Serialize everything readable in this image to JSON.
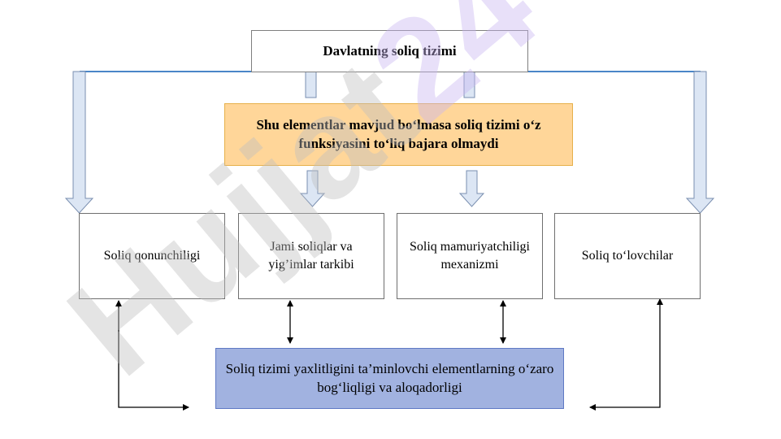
{
  "title": "Davlatning soliq tizimi",
  "note": "Shu elementlar mavjud bo‘lmasa soliq tizimi o‘z funksiyasini to‘liq bajara olmaydi",
  "elements": [
    "Soliq qonunchiligi",
    "Jami soliqlar va yig’imlar tarkibi",
    "Soliq mamuriyatchiligi mexanizmi",
    "Soliq to‘lovchilar"
  ],
  "integration": "Soliq tizimi yaxlitligini ta’minlovchi elementlarning o‘zaro bog‘liqligi va aloqadorligi",
  "watermark": {
    "text": "Hujjat24",
    "colors": [
      "#bfbfbf",
      "#c9b6f2",
      "#e0a0a6"
    ]
  },
  "colors": {
    "note_fill": "#ffd699",
    "integration_fill": "#a1b2e0",
    "arrow_fill": "#dce6f4",
    "arrow_stroke": "#7a8fb0",
    "connector_line": "#4a86c8"
  }
}
